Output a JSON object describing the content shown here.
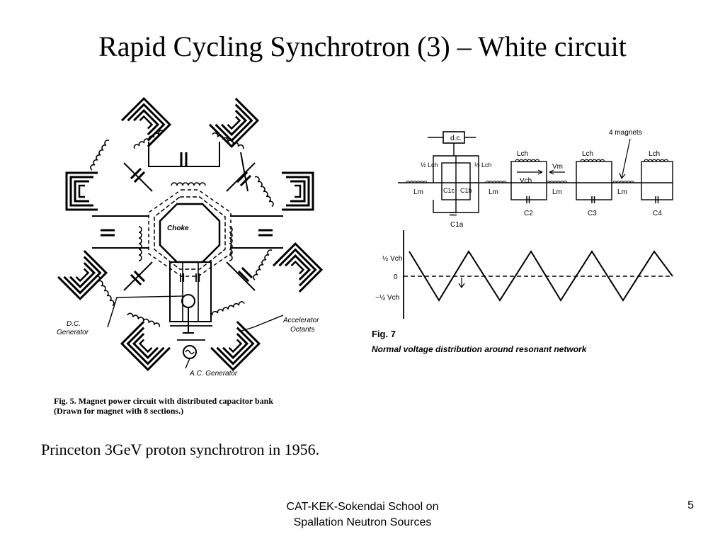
{
  "slide": {
    "title": "Rapid Cycling Synchrotron (3) – White circuit",
    "caption": "Princeton 3GeV proton synchrotron in 1956.",
    "footer_line1": "CAT-KEK-Sokendai School on",
    "footer_line2": "Spallation Neutron Sources",
    "page_number": "5"
  },
  "figure5": {
    "center_label": "Choke",
    "label_dc_line1": "D.C.",
    "label_dc_line2": "Generator",
    "label_acc_line1": "Accelerator",
    "label_acc_line2": "Octants",
    "label_ac": "A.C. Generator",
    "caption_line1": "Fig. 5.   Magnet power circuit with distributed capacitor bank",
    "caption_line2": "(Drawn for magnet with 8 sections.)"
  },
  "figure7": {
    "dc_box": "d.c.",
    "four_magnets": "4 magnets",
    "half_lch": "½ Lch",
    "lch": "Lch",
    "lm": "Lm",
    "vm": "Vm",
    "vch": "Vch",
    "c1c": "C1c",
    "c1b": "C1b",
    "c1a": "C1a",
    "c2": "C2",
    "c3": "C3",
    "c4": "C4",
    "y_top": "½ Vch",
    "y_zero": "0",
    "y_bottom": "−½ Vch",
    "fig_label": "Fig. 7",
    "fig_caption": "Normal voltage distribution around resonant network"
  }
}
